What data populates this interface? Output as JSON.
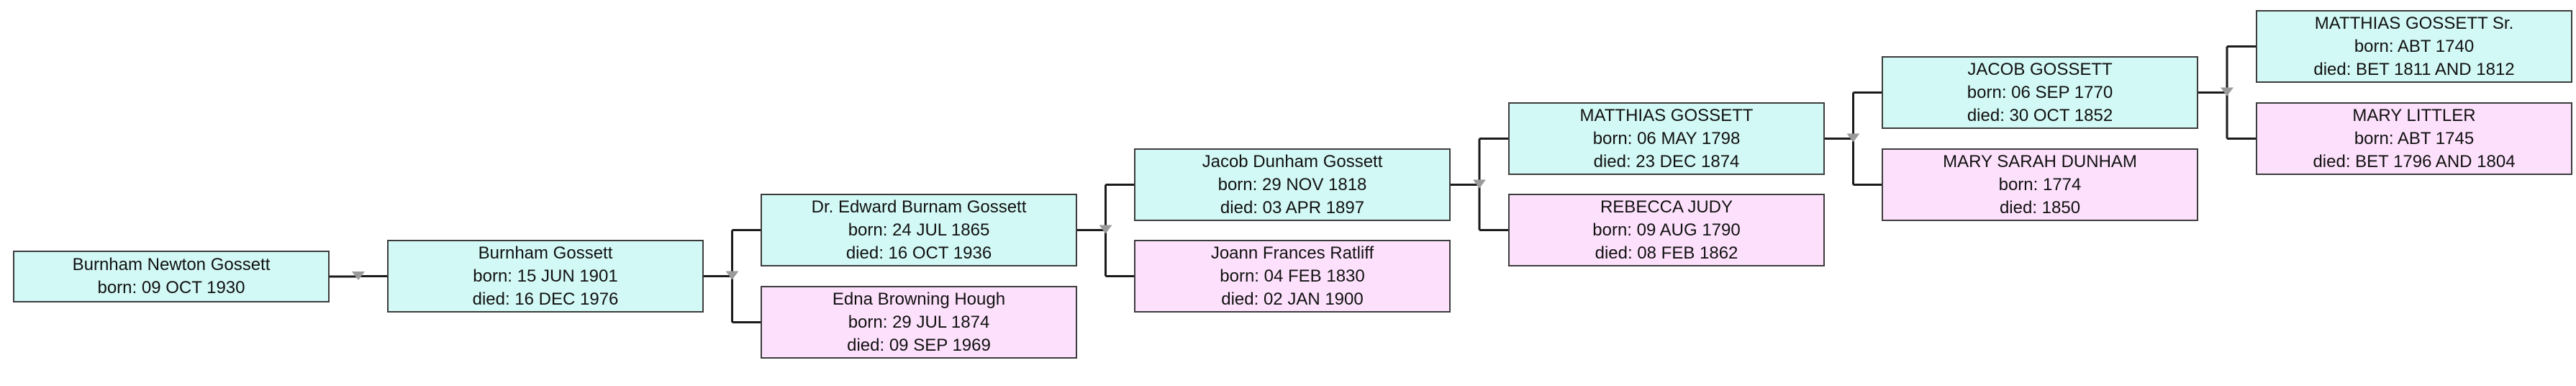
{
  "colors": {
    "male_fill": "#d2f9f5",
    "female_fill": "#fde1fc",
    "border": "#3c3c3c",
    "connector": "#1a1a1a",
    "connector_marker": "#9a9a9a"
  },
  "people": [
    {
      "id": "p0",
      "sex": "male",
      "name": "Burnham Newton Gossett",
      "born": "born: 09 OCT 1930",
      "died": ""
    },
    {
      "id": "p1",
      "sex": "male",
      "name": "Burnham Gossett",
      "born": "born: 15 JUN 1901",
      "died": "died: 16 DEC 1976"
    },
    {
      "id": "p2",
      "sex": "male",
      "name": "Dr. Edward Burnam Gossett",
      "born": "born: 24 JUL 1865",
      "died": "died: 16 OCT 1936"
    },
    {
      "id": "p3",
      "sex": "female",
      "name": "Edna Browning Hough",
      "born": "born: 29 JUL 1874",
      "died": "died: 09 SEP 1969"
    },
    {
      "id": "p4",
      "sex": "male",
      "name": "Jacob Dunham Gossett",
      "born": "born: 29 NOV 1818",
      "died": "died: 03 APR 1897"
    },
    {
      "id": "p5",
      "sex": "female",
      "name": "Joann Frances Ratliff",
      "born": "born: 04 FEB 1830",
      "died": "died: 02 JAN 1900"
    },
    {
      "id": "p6",
      "sex": "male",
      "name": "MATTHIAS GOSSETT",
      "born": "born: 06 MAY 1798",
      "died": "died: 23 DEC 1874"
    },
    {
      "id": "p7",
      "sex": "female",
      "name": "REBECCA JUDY",
      "born": "born: 09 AUG 1790",
      "died": "died: 08 FEB 1862"
    },
    {
      "id": "p8",
      "sex": "male",
      "name": "JACOB GOSSETT",
      "born": "born: 06 SEP 1770",
      "died": "died: 30 OCT 1852"
    },
    {
      "id": "p9",
      "sex": "female",
      "name": "MARY SARAH DUNHAM",
      "born": "born: 1774",
      "died": "died: 1850"
    },
    {
      "id": "p10",
      "sex": "male",
      "name": "MATTHIAS GOSSETT Sr.",
      "born": "born: ABT 1740",
      "died": "died: BET 1811 AND 1812"
    },
    {
      "id": "p11",
      "sex": "female",
      "name": "MARY LITTLER",
      "born": "born: ABT 1745",
      "died": "died: BET 1796 AND 1804"
    }
  ],
  "links": [
    {
      "child": "p0",
      "father": "p1",
      "mother": ""
    },
    {
      "child": "p1",
      "father": "p2",
      "mother": "p3"
    },
    {
      "child": "p2",
      "father": "p4",
      "mother": "p5"
    },
    {
      "child": "p4",
      "father": "p6",
      "mother": "p7"
    },
    {
      "child": "p6",
      "father": "p8",
      "mother": "p9"
    },
    {
      "child": "p8",
      "father": "p10",
      "mother": "p11"
    }
  ]
}
